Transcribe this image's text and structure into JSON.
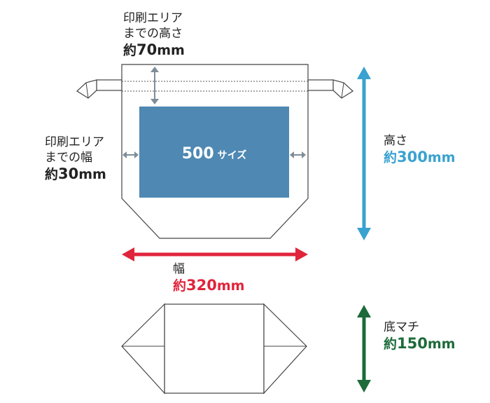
{
  "colors": {
    "print_area": "#4e88b3",
    "width_arrow": "#e0243b",
    "height_arrow": "#3aa2d0",
    "gusset_arrow": "#1d6b3a",
    "margin_arrow": "#7f8d99",
    "outline": "#444444"
  },
  "top_margin": {
    "line1": "印刷エリア",
    "line2": "までの高さ",
    "value_prefix": "約",
    "value_num": "70",
    "value_unit": "mm"
  },
  "side_margin": {
    "line1": "印刷エリア",
    "line2": "までの幅",
    "value_prefix": "約",
    "value_num": "30",
    "value_unit": "mm"
  },
  "print_area": {
    "size": "500",
    "suffix": "サイズ"
  },
  "height": {
    "label": "高さ",
    "value_prefix": "約",
    "value_num": "300",
    "value_unit": "mm"
  },
  "width": {
    "label": "幅",
    "value_prefix": "約",
    "value_num": "320",
    "value_unit": "mm"
  },
  "gusset": {
    "label": "底マチ",
    "value_prefix": "約",
    "value_num": "150",
    "value_unit": "mm"
  }
}
